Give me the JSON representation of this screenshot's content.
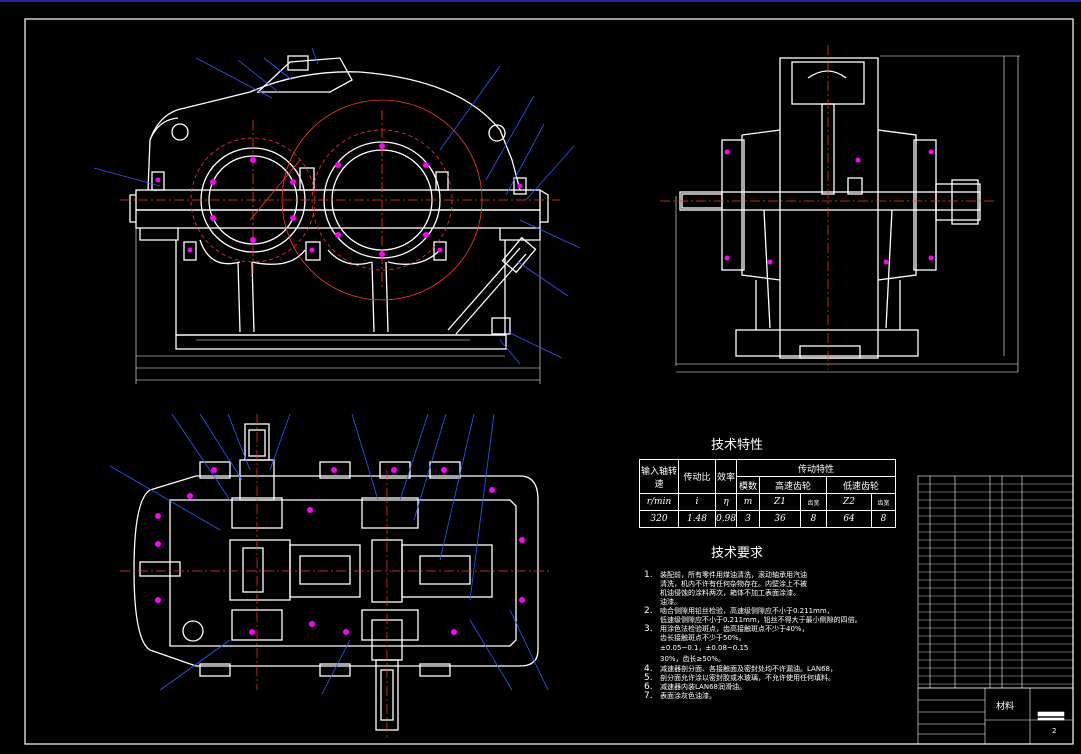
{
  "colors": {
    "background": "#000000",
    "lines": "#ffffff",
    "bolts": "#ff00ff",
    "centerline": "#ff3333",
    "dimension": "#ffffff",
    "leader": "#3355ff",
    "frame_top": "#1f2aa0"
  },
  "tech_char": {
    "title": "技术特性",
    "h_input_speed": "输入轴转速",
    "h_ratio": "传动比",
    "h_eff": "效率",
    "h_gear": "传动特性",
    "h_module": "模数",
    "h_high": "高速齿轮",
    "h_low": "低速齿轮",
    "u_speed": "r/min",
    "u_ratio": "i",
    "u_eff": "η",
    "u_module": "m",
    "u_z1": "Z1",
    "u_b1": "齿宽",
    "u_z2": "Z2",
    "u_b2": "齿宽",
    "v_speed": "320",
    "v_ratio": "1.48",
    "v_eff": "0.98",
    "v_module": "3",
    "v_z1": "36",
    "v_b1": "8",
    "v_z2": "64",
    "v_b2": "8"
  },
  "tech_req": {
    "title": "技术要求",
    "items": [
      {
        "num": "1.",
        "text": "装配前，所有零件用煤油清洗，滚动轴承用汽油"
      },
      {
        "num": "",
        "text": "清洗，机内不许有任何杂物存在。内壁涂上不被"
      },
      {
        "num": "",
        "text": "机油侵蚀的涂料两次，箱体不加工表面涂漆。"
      },
      {
        "num": "",
        "text": "油漆。"
      },
      {
        "num": "2.",
        "text": "啮合侧隙用铅丝检验，高速级侧隙应不小于0.211mm，"
      },
      {
        "num": "",
        "text": "低速级侧隙应不小于0.211mm，铅丝不得大于最小侧隙的四倍。"
      },
      {
        "num": "3.",
        "text": "用涂色法检验斑点，齿高接触斑点不少于40%，"
      },
      {
        "num": "",
        "text": "齿长接触斑点不少于50%。"
      },
      {
        "num": "",
        "text": "±0.05~0.1，±0.08~0.15"
      },
      {
        "num": "",
        "text": "30%，齿长≥50%。"
      },
      {
        "num": "4.",
        "text": "减速器剖分面、各接触面及密封处均不许漏油。LAN68，"
      },
      {
        "num": "5.",
        "text": "剖分面允许涂以密封胶或水玻璃，不允许使用任何填料。"
      },
      {
        "num": "6.",
        "text": "减速器内装LAN68润滑油。"
      },
      {
        "num": "7.",
        "text": "表面涂灰色油漆。"
      }
    ]
  },
  "title_block": {
    "material_label": "材料",
    "sheet": "2"
  }
}
